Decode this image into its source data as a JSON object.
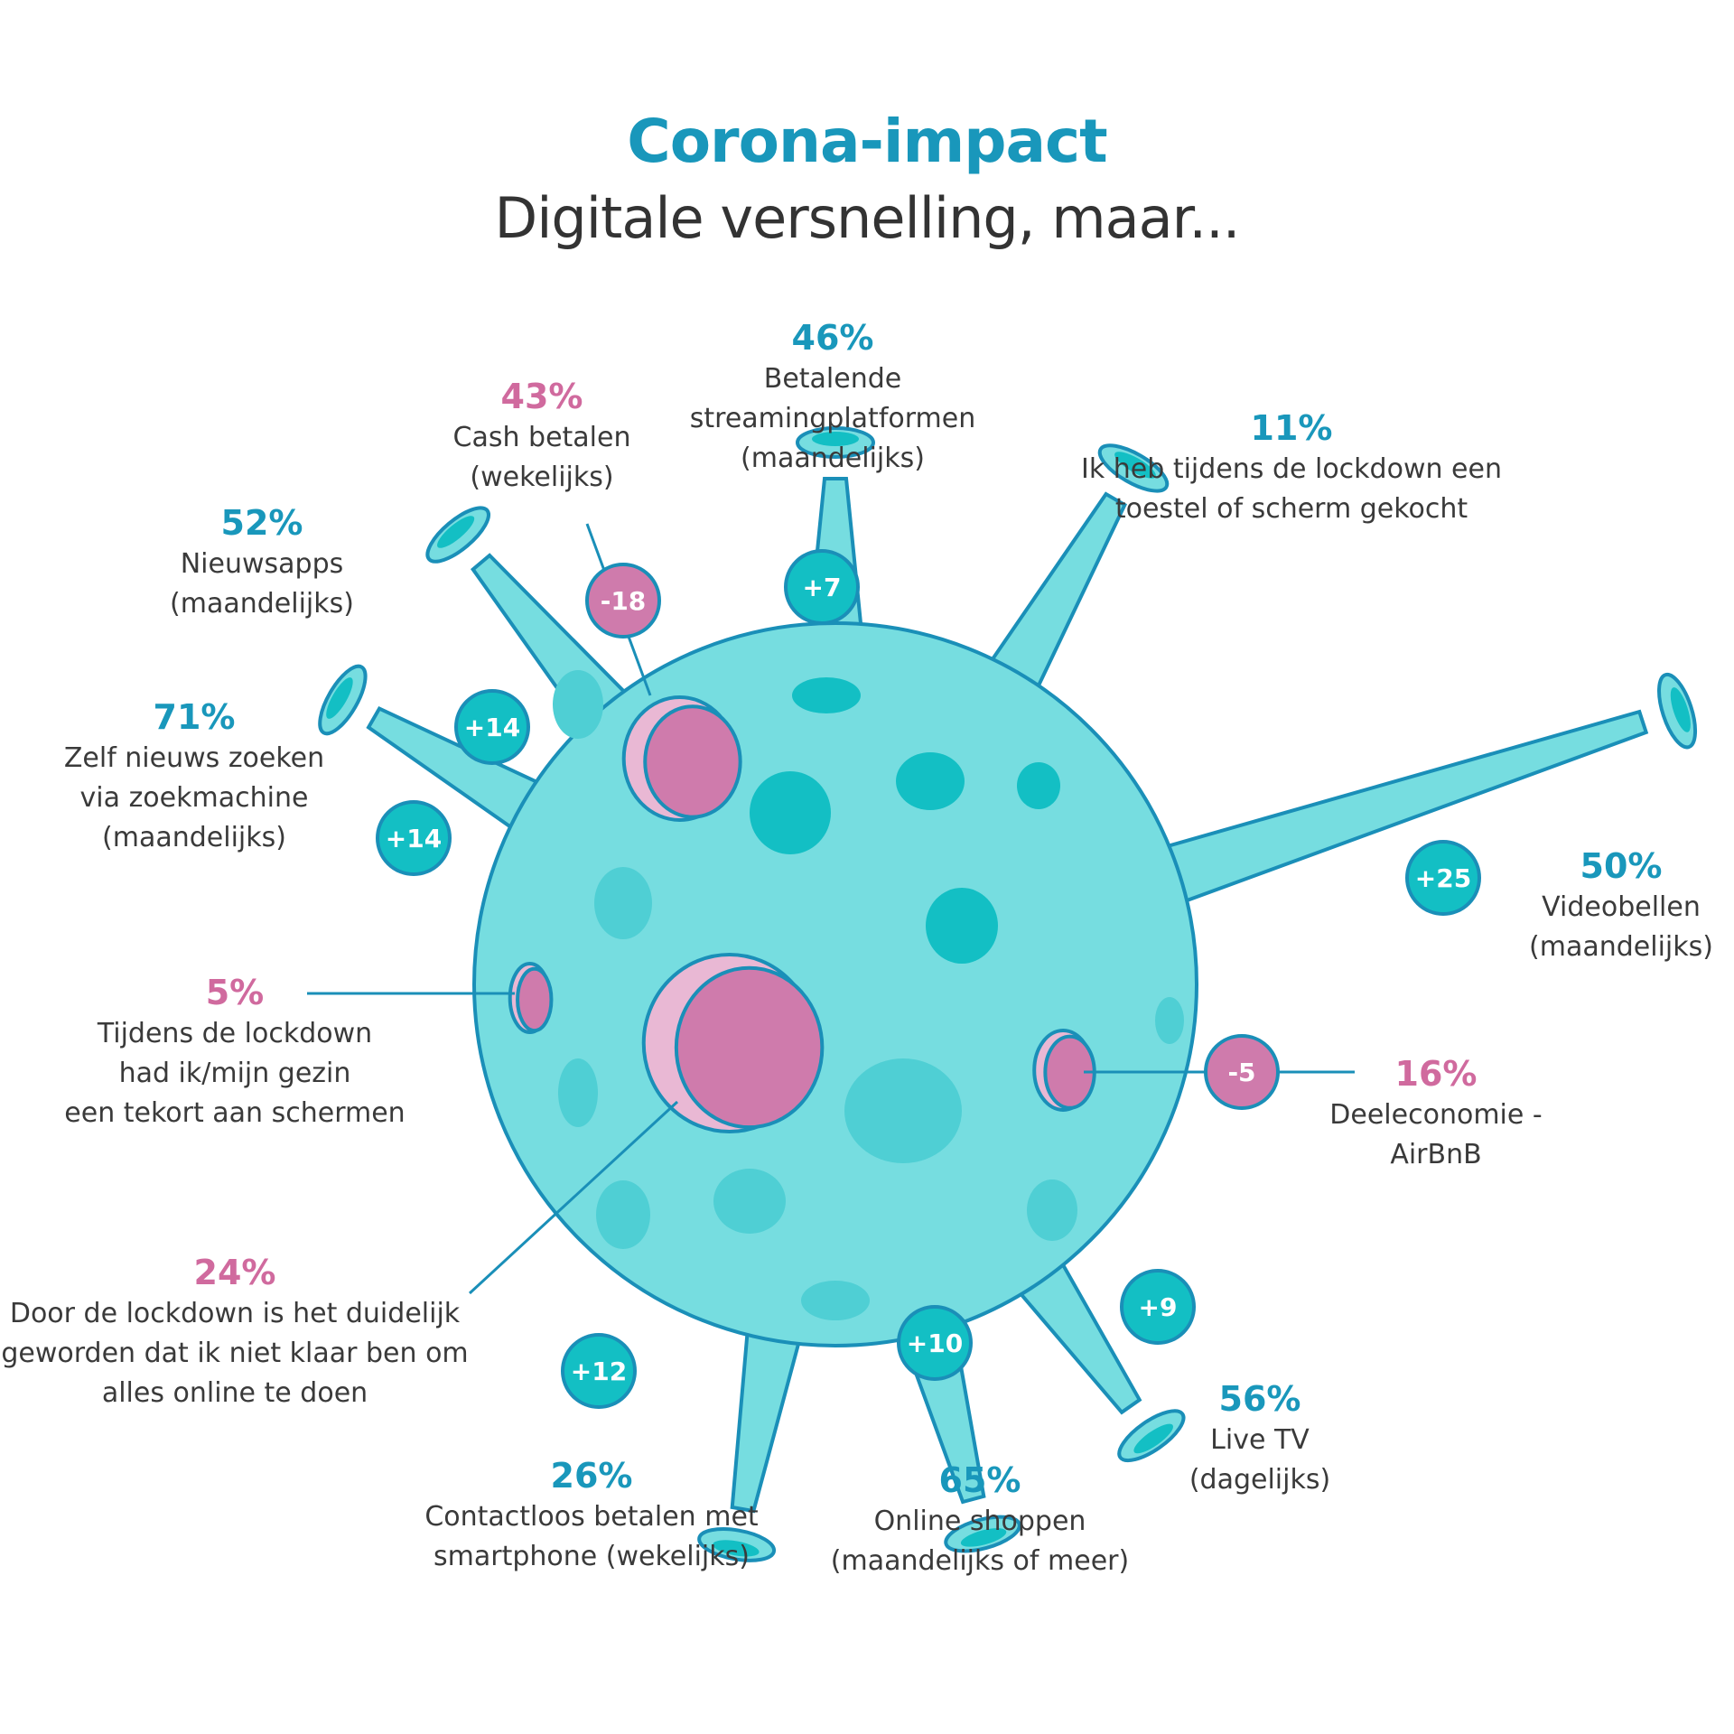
{
  "header": {
    "title": "Corona-impact",
    "subtitle": "Digitale versnelling, maar..."
  },
  "colors": {
    "accent_blue": "#1997bb",
    "accent_pink": "#d06a9e",
    "virus_body": "#76dde0",
    "virus_outline": "#1a8fb8",
    "badge_teal": "#13bfc4",
    "badge_pink": "#cf7bac"
  },
  "items": [
    {
      "id": "nieuwsapps",
      "percent": "52%",
      "label": "Nieuwsapps\n(maandelijks)",
      "change": "+14",
      "tone": "blue"
    },
    {
      "id": "cash",
      "percent": "43%",
      "label": "Cash betalen\n(wekelijks)",
      "change": "-18",
      "tone": "pink"
    },
    {
      "id": "streaming",
      "percent": "46%",
      "label": "Betalende\nstreamingplatformen\n(maandelijks)",
      "change": "+7",
      "tone": "blue"
    },
    {
      "id": "toestel",
      "percent": "11%",
      "label": "Ik heb tijdens de lockdown een\ntoestel of scherm gekocht",
      "change": "",
      "tone": "blue"
    },
    {
      "id": "zoekmachine",
      "percent": "71%",
      "label": "Zelf nieuws zoeken\nvia zoekmachine\n(maandelijks)",
      "change": "+14",
      "tone": "blue"
    },
    {
      "id": "videobellen",
      "percent": "50%",
      "label": "Videobellen\n(maandelijks)",
      "change": "+25",
      "tone": "blue"
    },
    {
      "id": "tekort",
      "percent": "5%",
      "label": "Tijdens de lockdown\nhad ik/mijn gezin\neen tekort aan schermen",
      "change": "",
      "tone": "pink"
    },
    {
      "id": "airbnb",
      "percent": "16%",
      "label": "Deeleconomie -\nAirBnB",
      "change": "-5",
      "tone": "pink"
    },
    {
      "id": "online",
      "percent": "24%",
      "label": "Door de lockdown is het duidelijk\ngeworden dat ik niet klaar ben om\nalles online te doen",
      "change": "",
      "tone": "pink"
    },
    {
      "id": "contactloos",
      "percent": "26%",
      "label": "Contactloos betalen met\nsmartphone (wekelijks)",
      "change": "+12",
      "tone": "blue"
    },
    {
      "id": "shoppen",
      "percent": "65%",
      "label": "Online shoppen\n(maandelijks of meer)",
      "change": "+10",
      "tone": "blue"
    },
    {
      "id": "livetv",
      "percent": "56%",
      "label": "Live TV\n(dagelijks)",
      "change": "+9",
      "tone": "blue"
    }
  ]
}
